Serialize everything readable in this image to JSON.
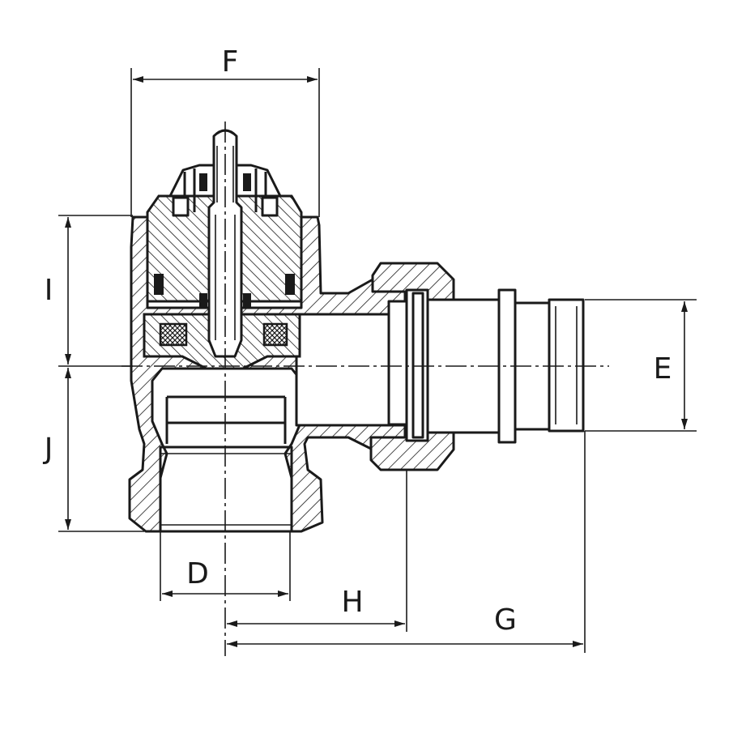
{
  "dimensions": {
    "F": "F",
    "I": "I",
    "J": "J",
    "E": "E",
    "D": "D",
    "H": "H",
    "G": "G"
  },
  "colors": {
    "line": "#1a1a1a",
    "background": "#ffffff"
  }
}
